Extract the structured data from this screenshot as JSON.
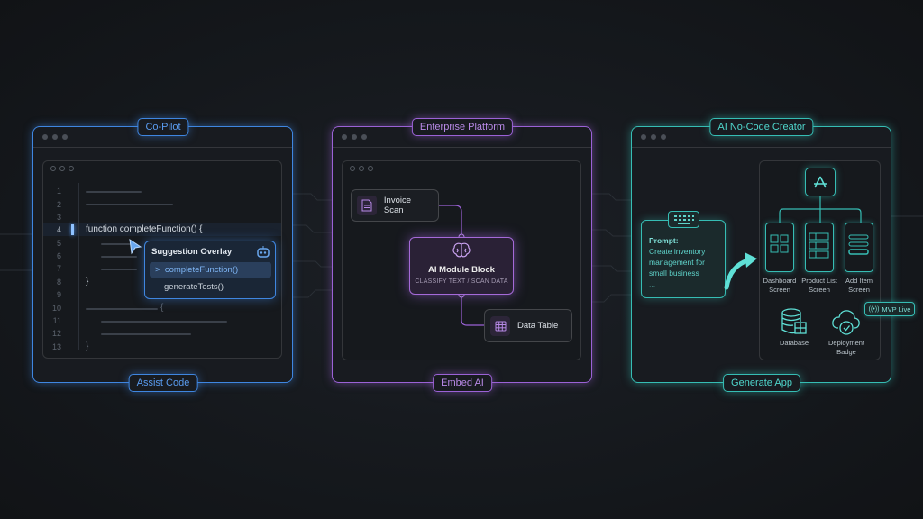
{
  "colors": {
    "copilot": "#3f86e0",
    "enterprise": "#9b62d6",
    "nocode": "#36bdb4",
    "background": "#15181c"
  },
  "copilot": {
    "title": "Co-Pilot",
    "footer": "Assist Code",
    "line_numbers": [
      "1",
      "2",
      "3",
      "4",
      "5",
      "6",
      "7",
      "8",
      "9",
      "10",
      "11",
      "12",
      "13"
    ],
    "code_line_4": "function completeFunction() {",
    "code_line_8": "}",
    "code_line_10": "{",
    "code_line_13": "}",
    "overlay": {
      "title": "Suggestion Overlay",
      "icon": "robot-icon",
      "items": [
        "completeFunction()",
        "generateTests()"
      ],
      "selected_marker": ">"
    }
  },
  "enterprise": {
    "title": "Enterprise Platform",
    "footer": "Embed AI",
    "input_node": {
      "label": "Invoice Scan",
      "icon": "document-icon"
    },
    "ai_block": {
      "title": "AI Module Block",
      "subtitle": "CLASSIFY TEXT / SCAN DATA",
      "icon": "brain-icon"
    },
    "output_node": {
      "label": "Data Table",
      "icon": "table-icon"
    }
  },
  "nocode": {
    "title": "AI No-Code Creator",
    "footer": "Generate App",
    "prompt": {
      "label": "Prompt:",
      "text": "Create inventory management for small business",
      "ellipsis": "...",
      "icon": "keyboard-icon"
    },
    "app_icon": "app-store-icon",
    "screens": [
      {
        "line1": "Dashboard",
        "line2": "Screen"
      },
      {
        "line1": "Product List",
        "line2": "Screen"
      },
      {
        "line1": "Add Item",
        "line2": "Screen"
      }
    ],
    "database": "Database",
    "deployment": {
      "line1": "Deployment",
      "line2": "Badge"
    },
    "badge": "MVP Live"
  }
}
